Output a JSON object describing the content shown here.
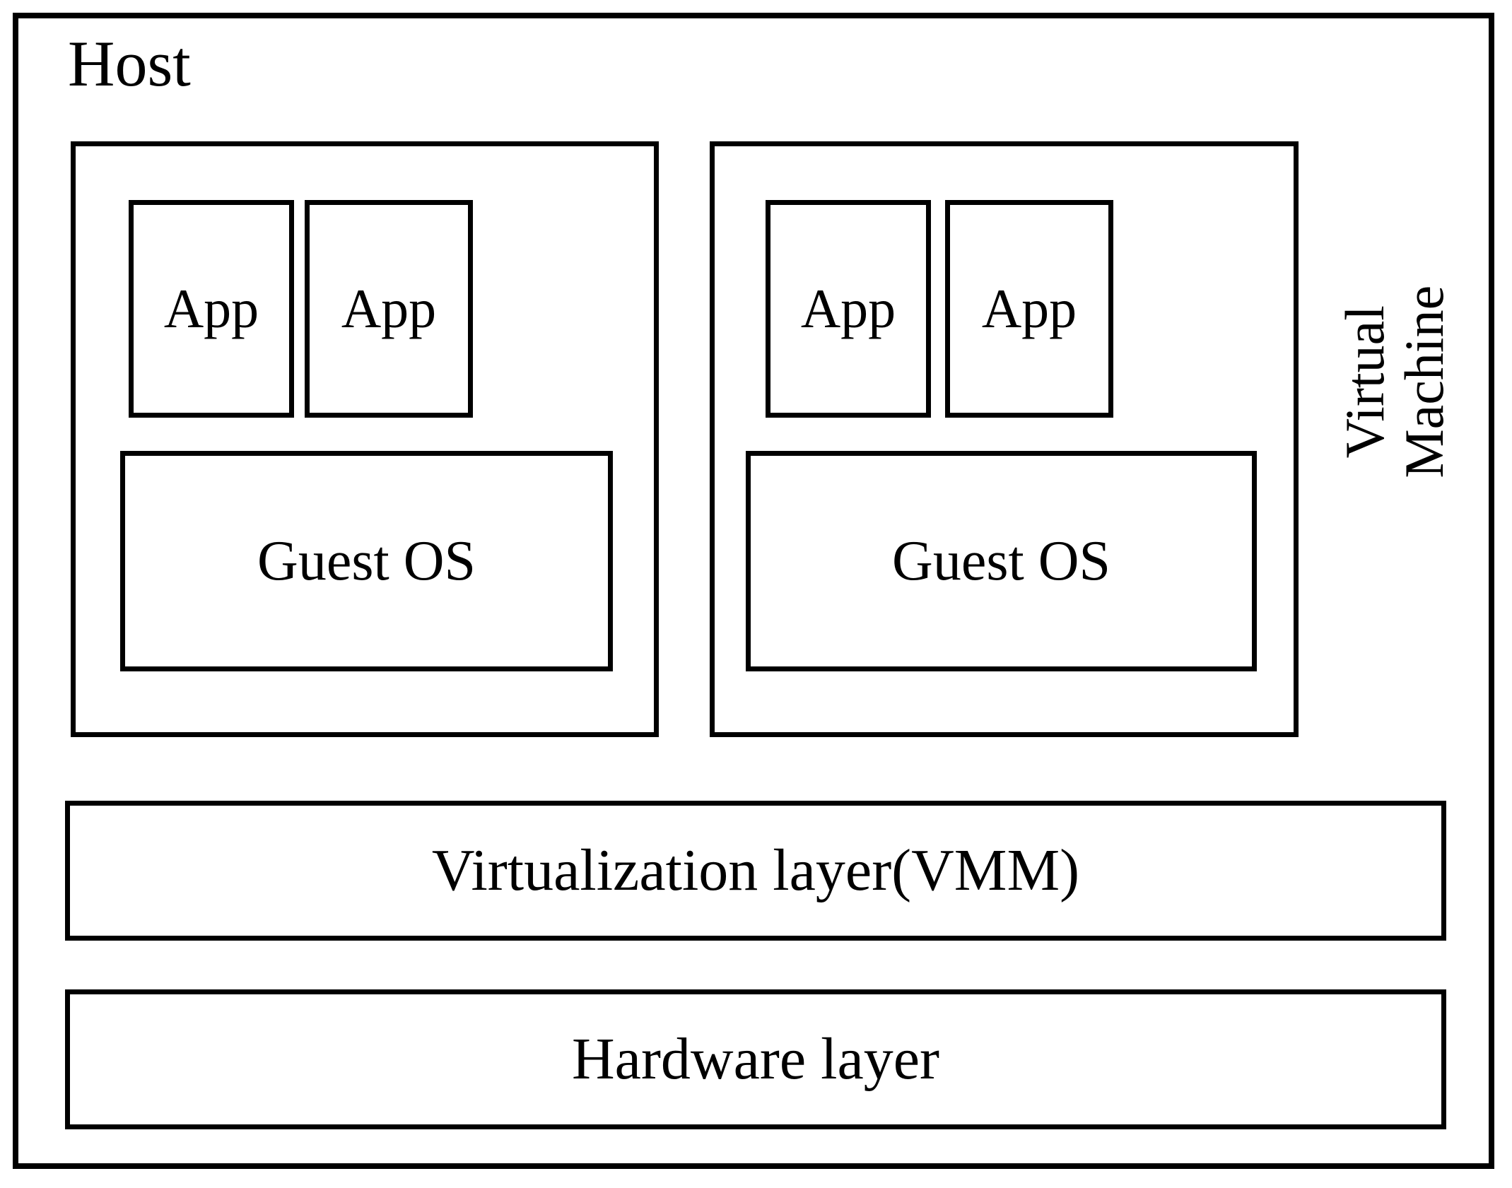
{
  "diagram": {
    "title": "Host",
    "host": {
      "label": "Host"
    },
    "side_label": {
      "line1": "Virtual",
      "line2": "Machine",
      "full": "Virtual Machine",
      "orientation": "vertical-rotated-90-ccw"
    },
    "virtual_machines": [
      {
        "name": "vm-left",
        "apps": [
          {
            "label": "App"
          },
          {
            "label": "App"
          }
        ],
        "guest_os": {
          "label": "Guest OS"
        }
      },
      {
        "name": "vm-right",
        "apps": [
          {
            "label": "App"
          },
          {
            "label": "App"
          }
        ],
        "guest_os": {
          "label": "Guest OS"
        }
      }
    ],
    "layers": [
      {
        "name": "virtualization-layer",
        "label": "Virtualization layer(VMM)"
      },
      {
        "name": "hardware-layer",
        "label": "Hardware layer"
      }
    ],
    "colors": {
      "stroke": "#000000",
      "fill": "#ffffff",
      "text": "#000000"
    }
  }
}
